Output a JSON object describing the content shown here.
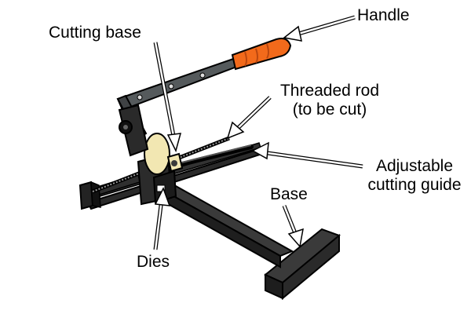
{
  "labels": {
    "handle": "Handle",
    "cutting_base": "Cutting base",
    "threaded_rod_line1": "Threaded rod",
    "threaded_rod_line2": "(to be cut)",
    "adjustable_line1": "Adjustable",
    "adjustable_line2": "cutting guide",
    "base": "Base",
    "dies": "Dies"
  },
  "colors": {
    "metal": "#2a2a2a",
    "arm": "#555a5c",
    "handle_grip": "#f26a1b",
    "die": "#f2e7b2",
    "arrow_fill": "#ffffff",
    "outline": "#000000"
  }
}
